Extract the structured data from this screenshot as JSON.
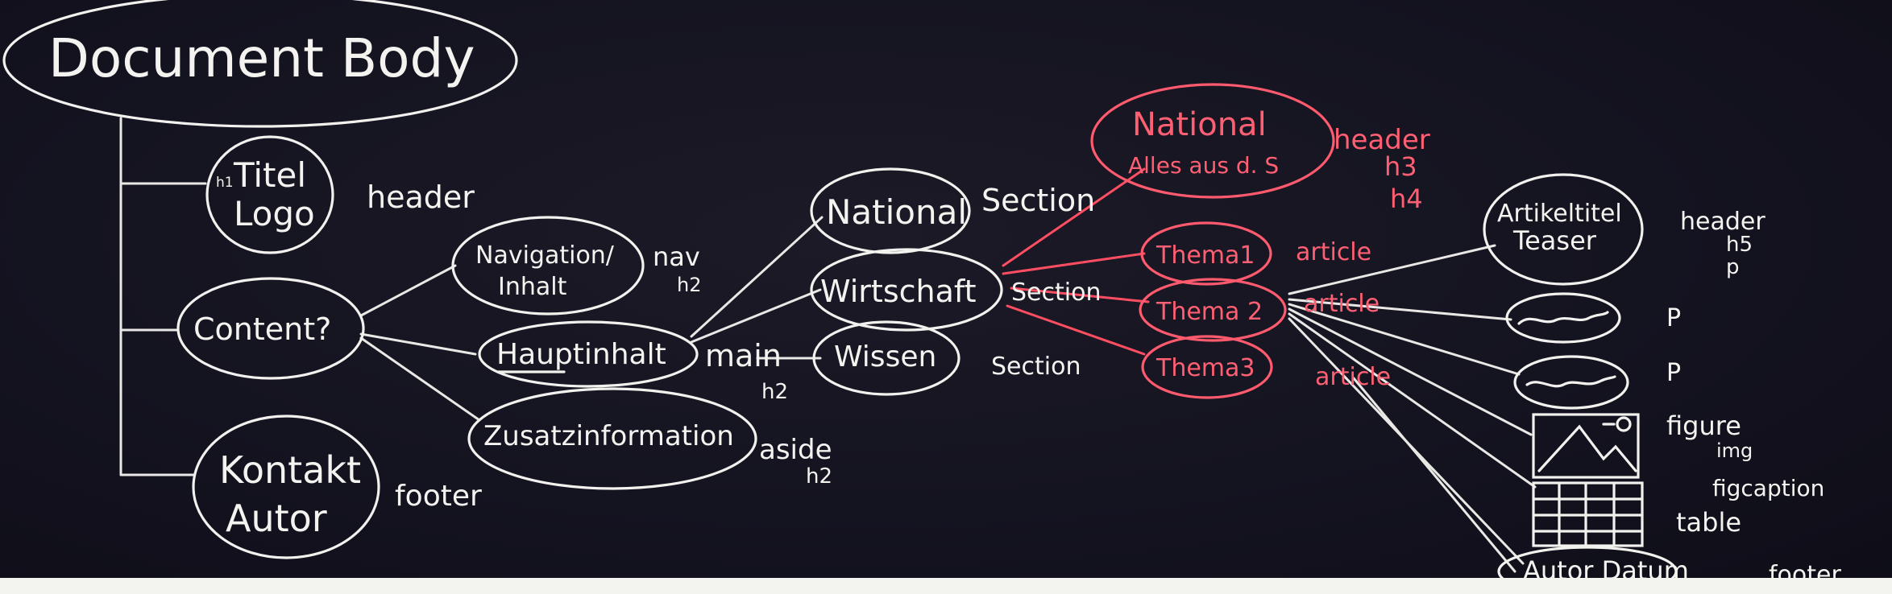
{
  "nodes": {
    "document_body": "Document Body",
    "titel_logo": [
      "Titel",
      "Logo"
    ],
    "content": "Content?",
    "kontakt_autor": [
      "Kontakt",
      "Autor"
    ],
    "navigation_inhalt": [
      "Navigation/",
      "Inhalt"
    ],
    "hauptinhalt": "Hauptinhalt",
    "zusatzinformation": "Zusatzinformation",
    "national": "National",
    "wirtschaft": "Wirtschaft",
    "wissen": "Wissen",
    "national_red": [
      "National",
      "Alles aus d. S"
    ],
    "thema1": "Thema1",
    "thema2": "Thema 2",
    "thema3": "Thema3",
    "artikeltitel_teaser": [
      "Artikeltitel",
      "Teaser"
    ],
    "autor_datum": "Autor Datum"
  },
  "labels": {
    "h1_mark": "h1",
    "header1": "header",
    "nav": "nav",
    "nav_h2": "h2",
    "main": "main",
    "main_h2": "h2",
    "aside": "aside",
    "aside_h2": "h2",
    "footer1": "footer",
    "section1": "Section",
    "section2": "Section",
    "section3": "Section",
    "header_h3": "header",
    "h3": "h3",
    "h4": "h4",
    "article1": "article",
    "article2": "article",
    "article3": "article",
    "header_h5": "header",
    "h5": "h5",
    "p_under_h5": "p",
    "p1": "P",
    "p2": "P",
    "figure": "figure",
    "img": "img",
    "figcaption": "figcaption",
    "table": "table",
    "footer2": "footer"
  },
  "colors": {
    "chalk_white": "#f2f1ee",
    "chalk_red": "#ff5a6e",
    "board": "#141320"
  }
}
